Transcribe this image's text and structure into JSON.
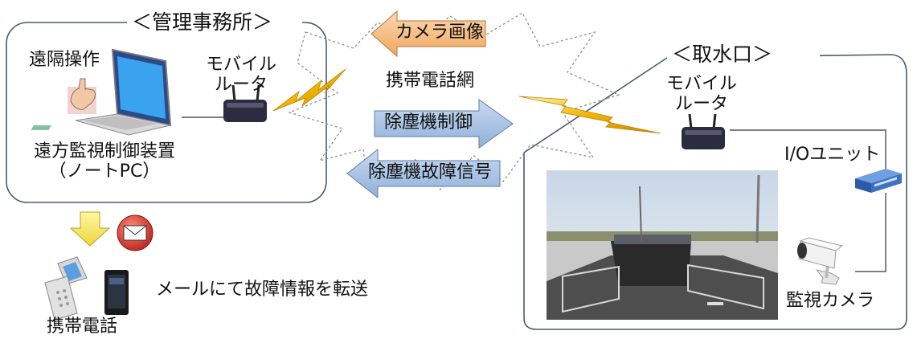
{
  "office": {
    "title": "＜管理事務所＞",
    "remote_op": "遠隔操作",
    "router_line1": "モバイル",
    "router_line2": "ルータ",
    "device_line1": "遠方監視制御装置",
    "device_line2": "（ノートPC）"
  },
  "network": {
    "label": "携帯電話網",
    "camera_image": "カメラ画像",
    "dust_control": "除塵機制御",
    "dust_fault": "除塵機故障信号"
  },
  "intake": {
    "title": "＜取水口＞",
    "router_line1": "モバイル",
    "router_line2": "ルータ",
    "io_unit": "I/Oユニット",
    "camera": "監視カメラ"
  },
  "mail": {
    "note": "メールにて故障情報を転送",
    "phone": "携帯電話"
  },
  "colors": {
    "camera_arrow": "#f6c08a",
    "signal_arrow": "#a9c2e3",
    "lightning": "#f2b300",
    "mail_arrow": "#f3e14b",
    "mail_icon": "#c0392b"
  }
}
